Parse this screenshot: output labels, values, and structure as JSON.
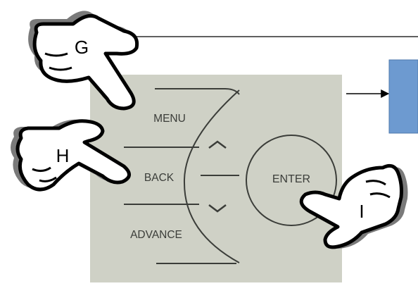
{
  "colors": {
    "panel_fill": "#cfd1c6",
    "panel_line": "#3b3d39",
    "accent_box": "#6d9ad0",
    "accent_box_stroke": "#4f79ad",
    "hand_fill": "#ffffff",
    "hand_shadow": "#7a7a7a",
    "hand_outline": "#000000"
  },
  "panel": {
    "menu_label": "MENU",
    "back_label": "BACK",
    "advance_label": "ADVANCE",
    "enter_label": "ENTER",
    "up_icon": "chevron-up-icon",
    "down_icon": "chevron-down-icon"
  },
  "hands": [
    {
      "letter": "G",
      "target": "MENU"
    },
    {
      "letter": "H",
      "target": "BACK"
    },
    {
      "letter": "I",
      "target": "ENTER"
    }
  ]
}
